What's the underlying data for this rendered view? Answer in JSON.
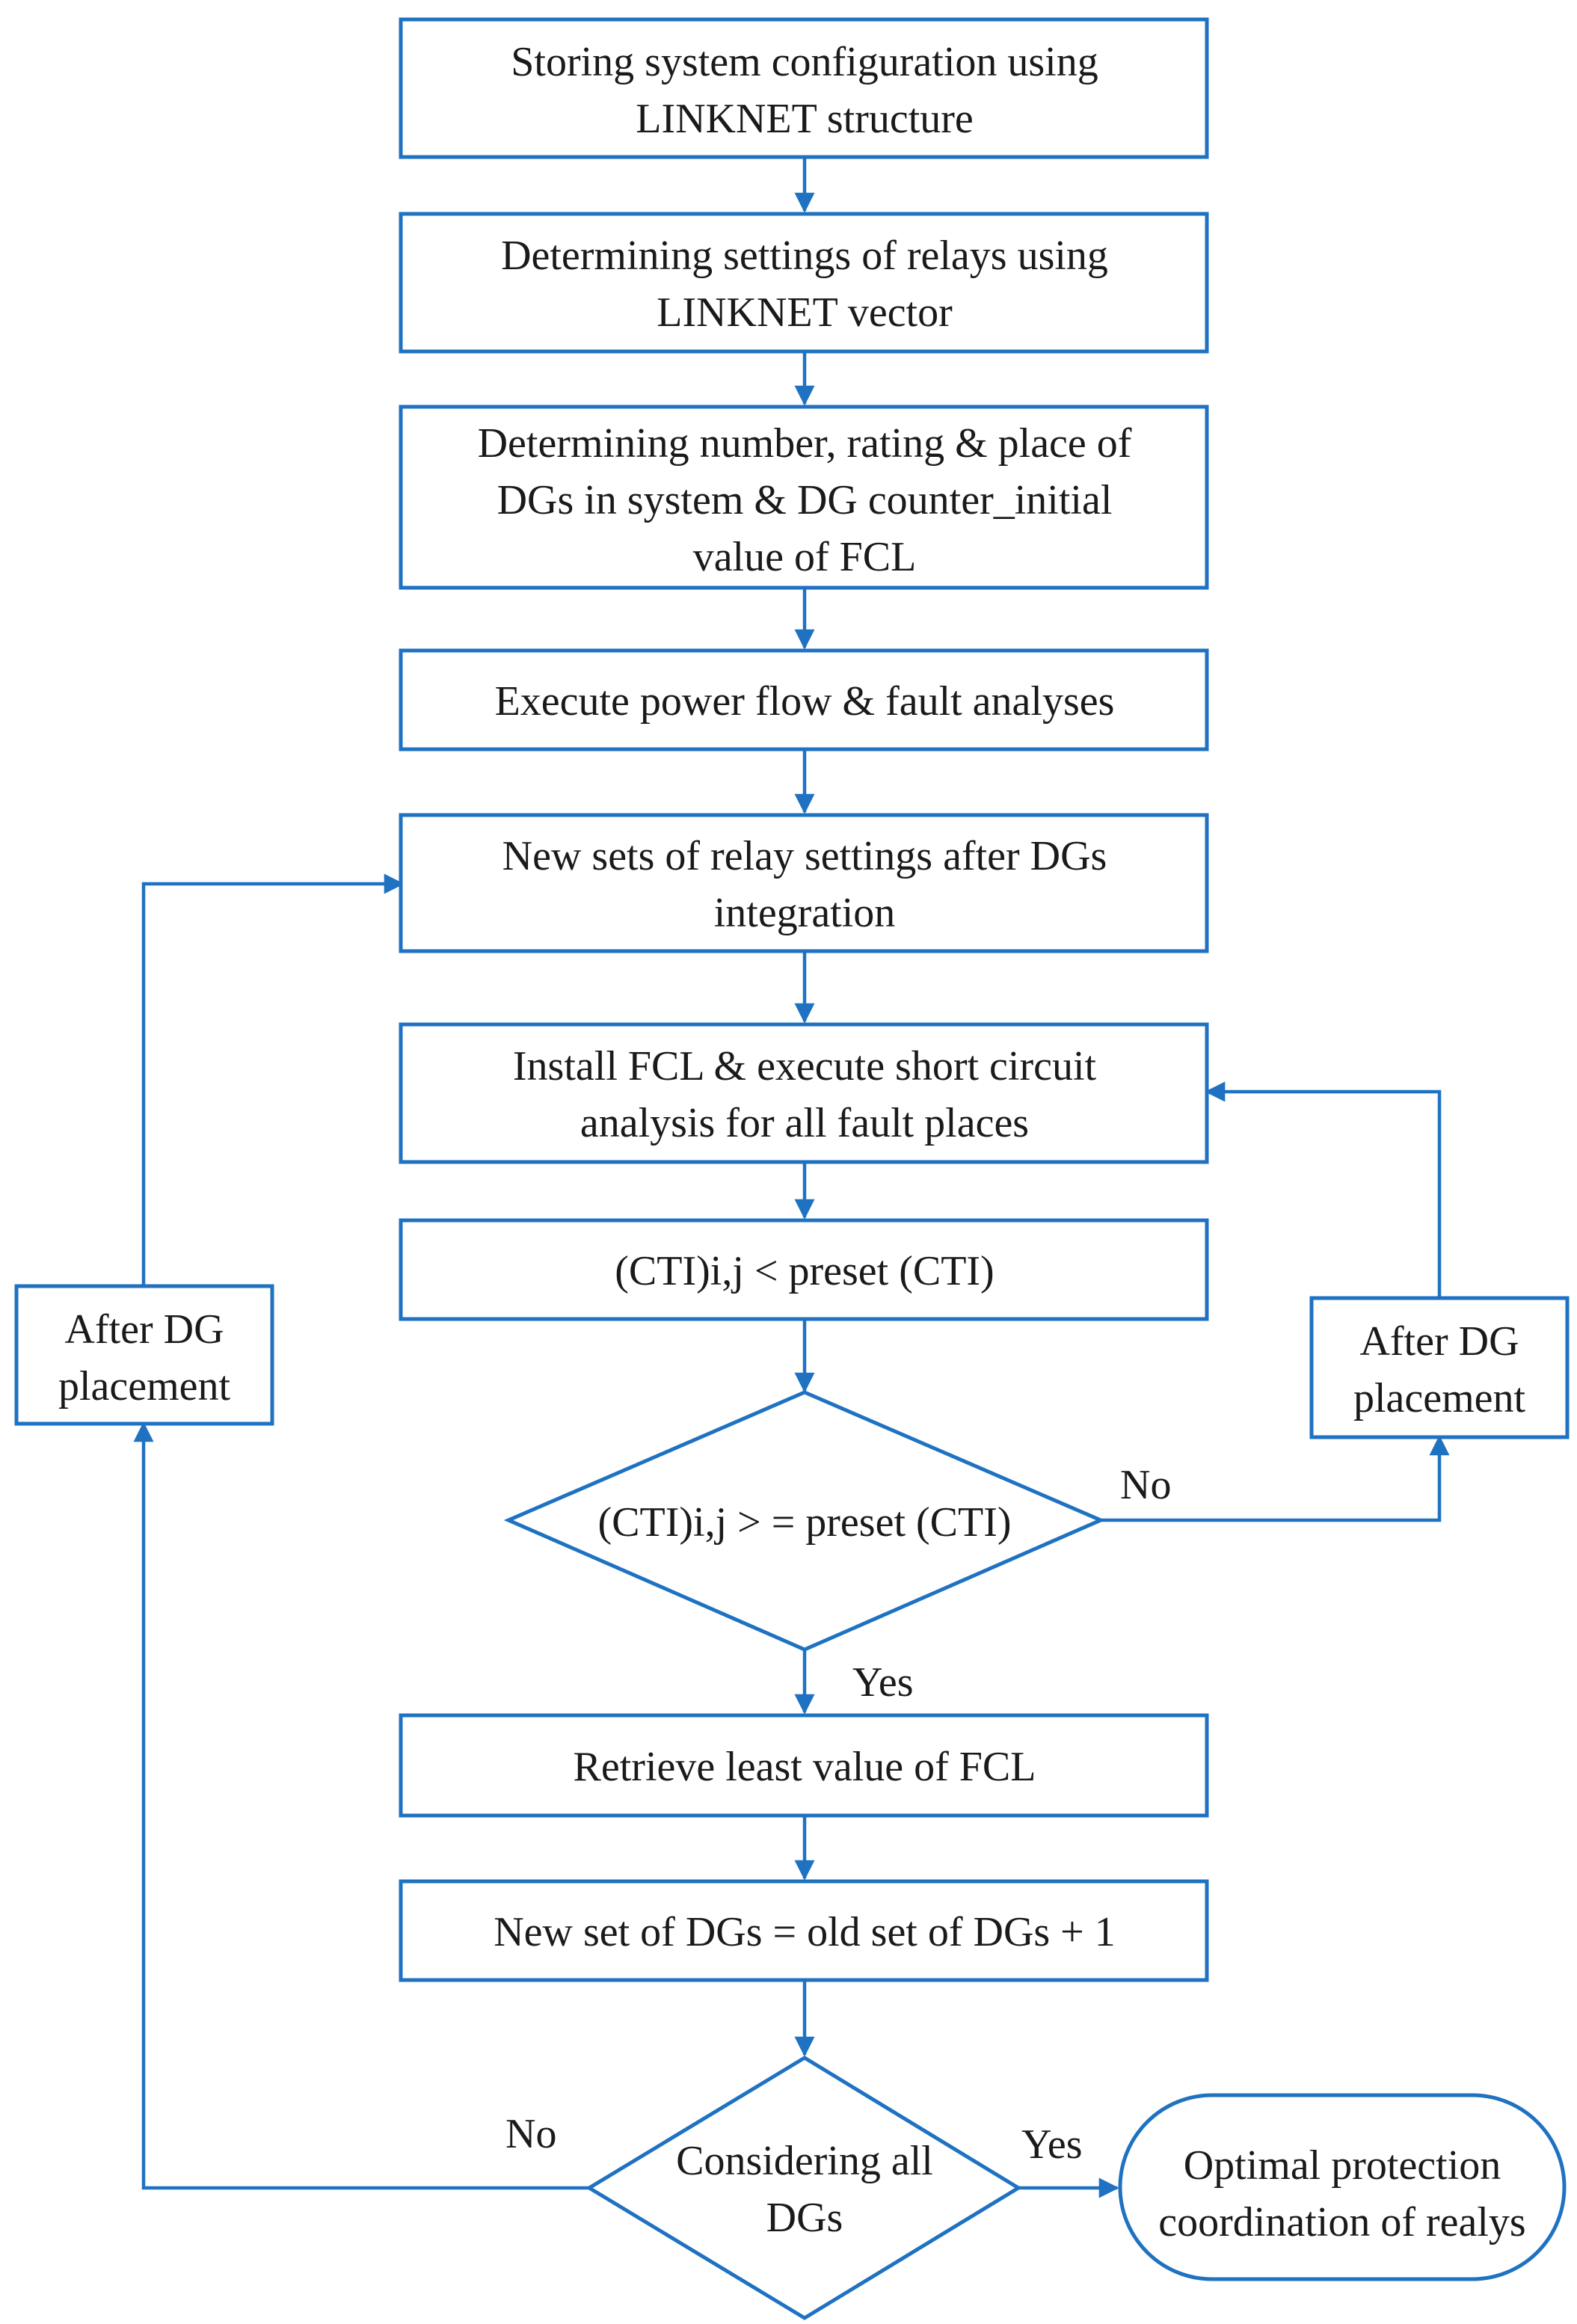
{
  "flowchart": {
    "steps": {
      "store_config": {
        "lines": [
          "Storing system configuration using",
          "LINKNET structure"
        ]
      },
      "relay_settings": {
        "lines": [
          "Determining settings of relays using",
          "LINKNET vector"
        ]
      },
      "dg_number": {
        "lines": [
          "Determining number, rating & place of",
          "DGs in system & DG counter_initial",
          "value of FCL"
        ]
      },
      "power_flow": {
        "lines": [
          "Execute power flow & fault analyses"
        ]
      },
      "new_relay_settings": {
        "lines": [
          "New sets of relay settings after DGs",
          "integration"
        ]
      },
      "install_fcl": {
        "lines": [
          "Install FCL & execute short circuit",
          "analysis for all fault places"
        ]
      },
      "cti_less": {
        "lines": [
          "(CTI)i,j < preset (CTI)"
        ]
      },
      "retrieve_fcl": {
        "lines": [
          "Retrieve least value of FCL"
        ]
      },
      "new_set_dgs": {
        "lines": [
          "New set of DGs = old set of DGs + 1"
        ]
      }
    },
    "decisions": {
      "cti_check": {
        "lines": [
          "(CTI)i,j > = preset (CTI)"
        ],
        "no_label": "No",
        "yes_label": "Yes"
      },
      "all_dgs": {
        "lines": [
          "Considering all",
          "DGs"
        ],
        "no_label": "No",
        "yes_label": "Yes"
      }
    },
    "side_boxes": {
      "left_after_dg": {
        "lines": [
          "After DG",
          "placement"
        ]
      },
      "right_after_dg": {
        "lines": [
          "After DG",
          "placement"
        ]
      }
    },
    "terminal": {
      "optimal": {
        "lines": [
          "Optimal protection",
          "coordination of realys"
        ]
      }
    },
    "colors": {
      "stroke": "#1f72c1",
      "text": "#1a1a1a"
    }
  }
}
